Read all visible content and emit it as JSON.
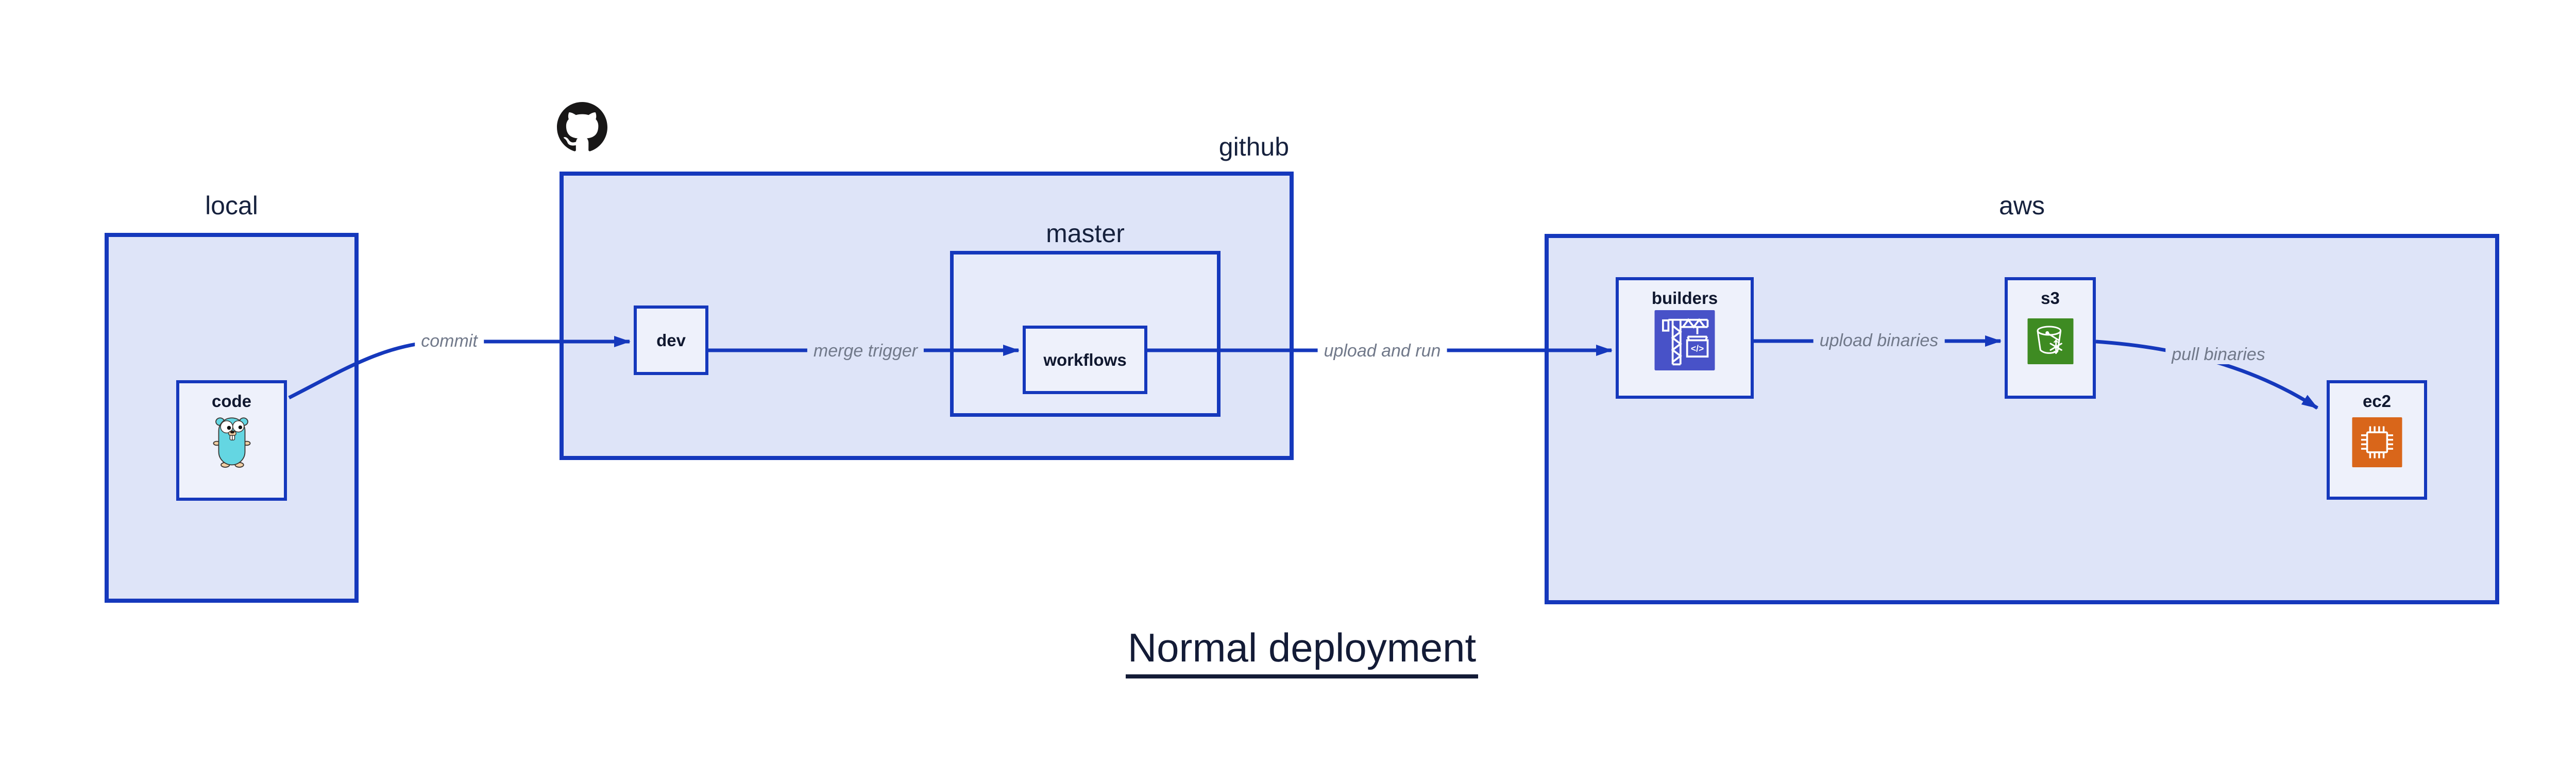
{
  "diagram": {
    "title": "Normal deployment",
    "groups": {
      "local": {
        "label": "local",
        "node_code": {
          "label": "code",
          "icon": "go-gopher-icon"
        }
      },
      "github": {
        "label": "github",
        "icon": "github-logo-icon",
        "node_dev": {
          "label": "dev"
        },
        "subgroup_master": {
          "label": "master",
          "node_workflows": {
            "label": "workflows"
          }
        }
      },
      "aws": {
        "label": "aws",
        "node_builders": {
          "label": "builders",
          "icon": "codebuild-crane-icon",
          "icon_glyph": "</>"
        },
        "node_s3": {
          "label": "s3",
          "icon": "s3-bucket-snowflake-icon"
        },
        "node_ec2": {
          "label": "ec2",
          "icon": "ec2-chip-icon"
        }
      }
    },
    "edges": {
      "commit": {
        "from": "code",
        "to": "dev",
        "label": "commit"
      },
      "merge_trigger": {
        "from": "dev",
        "to": "workflows",
        "label": "merge trigger"
      },
      "upload_and_run": {
        "from": "workflows",
        "to": "builders",
        "label": "upload and run"
      },
      "upload_binaries": {
        "from": "builders",
        "to": "s3",
        "label": "upload binaries"
      },
      "pull_binaries": {
        "from": "s3",
        "to": "ec2",
        "label": "pull binaries"
      }
    },
    "colors": {
      "accent_blue": "#1538bc",
      "container_fill": "#dee4f8",
      "subgroup_fill": "#e7ebfa",
      "node_fill": "#eef1fb",
      "edge_label_gray": "#71798a",
      "text_navy": "#131b36",
      "codebuild_indigo": "#4852c8",
      "s3_green": "#3e8b22",
      "ec2_orange": "#d9661a",
      "gopher_teal": "#64d6e2",
      "github_black": "#181717"
    }
  }
}
